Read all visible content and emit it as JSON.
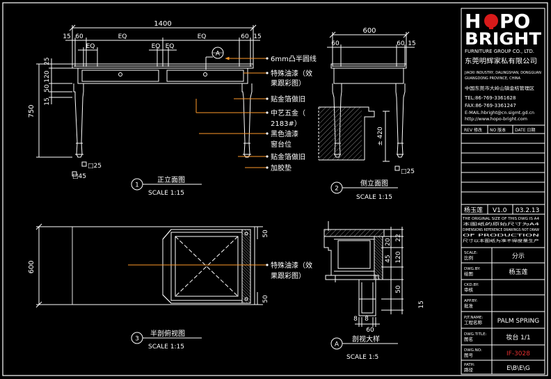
{
  "colors": {
    "background": "#000000",
    "line": "#ffffff",
    "dimension": "#ffffff",
    "hatch": "#9a9a9a",
    "logo_dot": "#d81a1a",
    "drawing_no": "#e53030",
    "leader": "#ff9a2a"
  },
  "front_view": {
    "dims_top": {
      "total": "1400",
      "left_a": "15",
      "left_b": "60",
      "eq1": "EQ",
      "eq2": "EQ",
      "right_b": "60",
      "right_a": "15"
    },
    "dims_eq_small": {
      "eq_a": "EQ",
      "eq_b": "EQ",
      "eq_c": "EQ"
    },
    "dims_left": {
      "total": "750",
      "d25": "25",
      "d120": "120",
      "d50": "50",
      "d15": "15"
    },
    "foot_labels": {
      "foot_left": "□45",
      "foot_right": "□25"
    },
    "section_marker": "A",
    "callouts": {
      "c1": "6mm凸半圆线",
      "c2a": "特殊油漆（效",
      "c2b": "果跟彩图）",
      "c3": "贴金箔做旧",
      "c4a": "中艺五金（",
      "c4b": "2183#）",
      "c5a": "黑色油漆",
      "c5b": "窗台位",
      "c6": "贴金箔做旧",
      "c7": "加胶垫"
    },
    "view_number": "1",
    "view_title": "正立面图",
    "scale": "SCALE 1:15"
  },
  "side_view": {
    "dims_top": {
      "total": "600",
      "left": "60",
      "right_a": "60",
      "right_b": "15"
    },
    "height_dim": "± 420",
    "foot_label": "□25",
    "view_number": "2",
    "view_title": "侧立面图",
    "scale": "SCALE 1:15"
  },
  "plan_view": {
    "dim_left": "600",
    "dims_right": {
      "top": "50",
      "bottom": "50"
    },
    "callout_a": "特殊油漆（效",
    "callout_b": "果跟彩图）",
    "view_number": "3",
    "view_title": "半剖俯视图",
    "scale": "SCALE 1:15"
  },
  "section_detail": {
    "dims_right": {
      "d22": "22",
      "d20": "20",
      "d120": "120",
      "d45": "45",
      "d50": "50",
      "d15": "15"
    },
    "dims_bottom": {
      "a": "8",
      "b": "8",
      "c": "60"
    },
    "view_number": "A",
    "view_title": "剖视大样",
    "scale": "SCALE 1:5"
  },
  "title_block": {
    "logo_top_left": "H",
    "logo_top_right": "PO",
    "logo_bottom": "BRIGHT",
    "company_en": "FURNITURE GROUP CO., LTD.",
    "company_cn": "东莞明辉家私有限公司",
    "address_en1": "JIAOXI INDUSTRY, DALINGSHAN, DONGGUAN",
    "address_en2": "GUANGDONG PROVINCE, CHINA",
    "address_cn": "中国东莞市大岭山镇金桔管理区",
    "tel": "TEL:86-769-3361628",
    "fax": "FAX:86-769-3361247",
    "email": "E-MAIL:hbright@cn.sigmt.gd.cn",
    "url": "http://www.hopo-bright.com",
    "revision_header": {
      "rev": "REV 修改",
      "no": "NO 版本",
      "date": "DATE 日期"
    },
    "sign_row": {
      "name": "杨玉莲",
      "version": "V1.0",
      "date": "03.2.13"
    },
    "notice": [
      "THE ORIGINAL SIZE OF THIS DWG IS A4",
      "本图纸的原始尺寸为A4",
      "DIMENSIONS REFERENCE DRAWINGS NOT DRAW",
      "OF PRODUCTION",
      "尺寸以本图纸为准不得度量生产"
    ],
    "fields": [
      {
        "label_en": "SCALE:",
        "label_cn": "比例",
        "value": "分示"
      },
      {
        "label_en": "DWG.BY:",
        "label_cn": "绘图",
        "value": "杨玉莲"
      },
      {
        "label_en": "CKD.BY:",
        "label_cn": "审核",
        "value": ""
      },
      {
        "label_en": "APP.BY:",
        "label_cn": "批准",
        "value": ""
      },
      {
        "label_en": "PJT.NAME:",
        "label_cn": "工程名称",
        "value": "PALM SPRING"
      },
      {
        "label_en": "DWG.TITLE:",
        "label_cn": "图名",
        "value": "妆台 1/1"
      },
      {
        "label_en": "DWG.NO:",
        "label_cn": "图号",
        "value": "IF-3028"
      },
      {
        "label_en": "PATH:",
        "label_cn": "路径",
        "value": "E\\B\\E\\G"
      }
    ]
  }
}
